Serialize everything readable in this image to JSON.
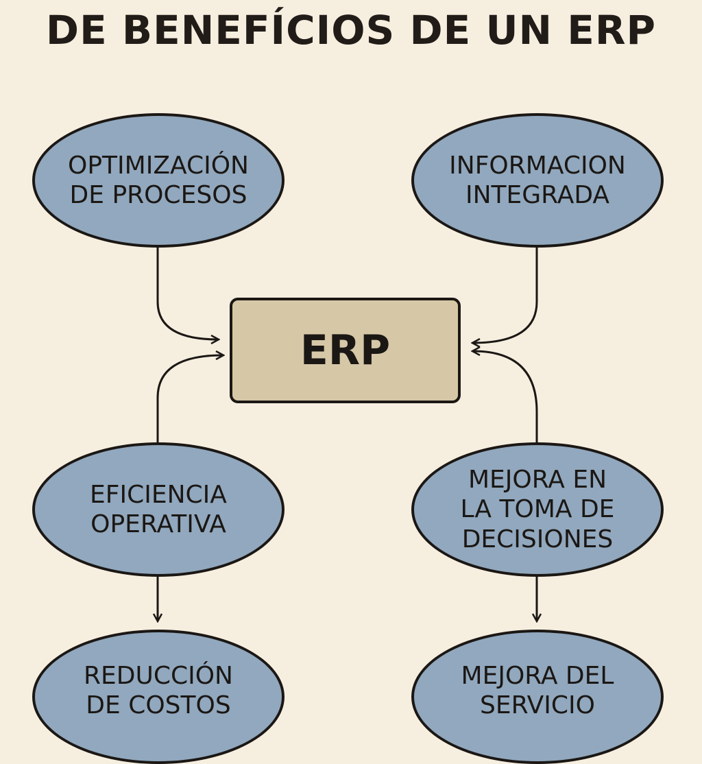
{
  "title": "DE BENEFÍCIOS DE UN ERP",
  "center": {
    "label": "ERP"
  },
  "nodes": {
    "top_left": "OPTIMIZACIÓN\nDE PROCESOS",
    "top_right": "INFORMACION\nINTEGRADA",
    "mid_left": "EFICIENCIA\nOPERATIVA",
    "mid_right": "MEJORA EN\nLA TOMA DE\nDECISIONES",
    "bottom_left": "REDUCCIÓN\nDE COSTOS",
    "bottom_right": "MEJORA DEL\nSERVICIO"
  },
  "colors": {
    "background": "#f6efe0",
    "ellipse_fill": "#91a8be",
    "center_fill": "#d6c8a7",
    "stroke": "#1b1714"
  }
}
